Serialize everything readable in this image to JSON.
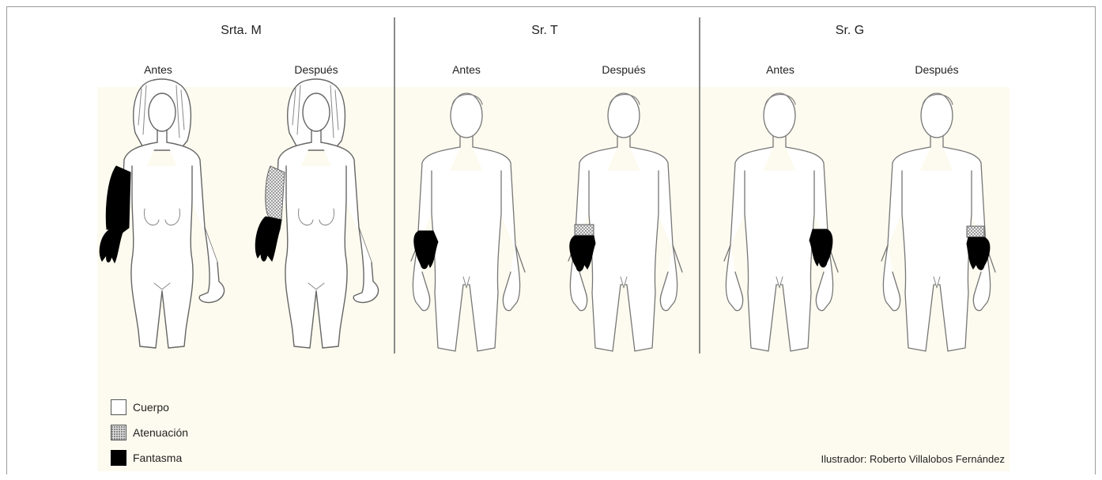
{
  "subjects": [
    {
      "name": "Srta. M",
      "before_label": "Antes",
      "after_label": "Después"
    },
    {
      "name": "Sr. T",
      "before_label": "Antes",
      "after_label": "Después"
    },
    {
      "name": "Sr. G",
      "before_label": "Antes",
      "after_label": "Después"
    }
  ],
  "legend": {
    "body": "Cuerpo",
    "attenuation": "Atenuación",
    "phantom": "Fantasma"
  },
  "credit": "Ilustrador: Roberto Villalobos Fernández",
  "colors": {
    "background": "#fdfbef",
    "phantom": "#000000",
    "outline": "#777777"
  }
}
